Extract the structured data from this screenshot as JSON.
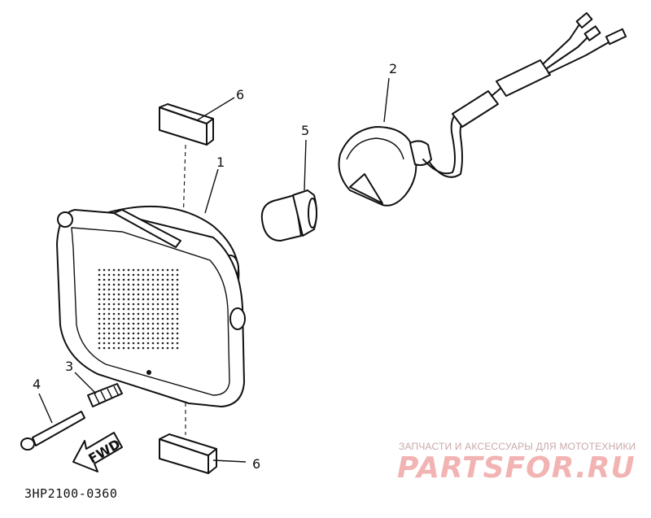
{
  "diagram": {
    "callouts": [
      {
        "id": "1",
        "text": "1"
      },
      {
        "id": "2",
        "text": "2"
      },
      {
        "id": "3",
        "text": "3"
      },
      {
        "id": "4",
        "text": "4"
      },
      {
        "id": "5",
        "text": "5"
      },
      {
        "id": "6a",
        "text": "6"
      },
      {
        "id": "6b",
        "text": "6"
      }
    ],
    "fwd_arrow_text": "FWD",
    "part_code": "3HP2100-0360"
  },
  "watermark": {
    "subtitle": "ЗАПЧАСТИ И АКСЕССУАРЫ ДЛЯ МОТОТЕХНИКИ",
    "logo": "PARTSFOR.RU"
  }
}
